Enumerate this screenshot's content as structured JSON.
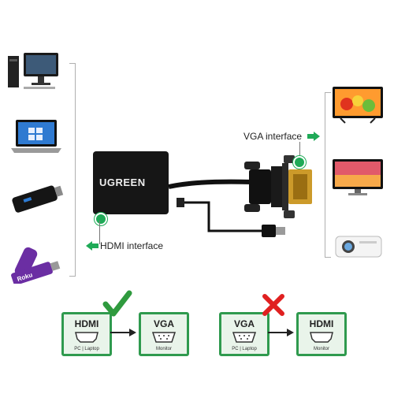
{
  "brand": {
    "logo_text": "UGREEN"
  },
  "callouts": {
    "vga": "VGA interface",
    "hdmi": "HDMI interface"
  },
  "conversions": {
    "good": {
      "from_title": "HDMI",
      "from_sub": "PC | Laptop",
      "to_title": "VGA",
      "to_sub": "Monitor"
    },
    "bad": {
      "from_title": "VGA",
      "from_sub": "PC | Laptop",
      "to_title": "HDMI",
      "to_sub": "Monitor"
    }
  },
  "sources": [
    "desktop-pc",
    "laptop",
    "compute-stick",
    "streaming-stick"
  ],
  "displays": [
    "tv",
    "monitor",
    "projector"
  ],
  "colors": {
    "accent": "#1faa57",
    "check": "#2f9a3e",
    "cross": "#e02020",
    "adapter": "#1a1a1a"
  }
}
